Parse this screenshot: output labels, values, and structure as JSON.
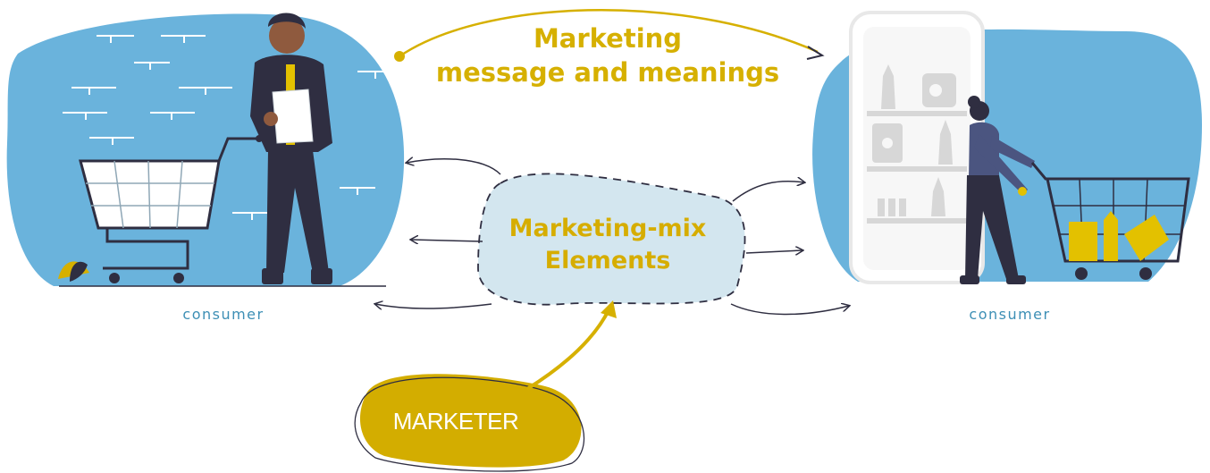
{
  "diagram": {
    "message_title_line1": "Marketing",
    "message_title_line2": "message and meanings",
    "mix_title_line1": "Marketing-mix",
    "mix_title_line2": "Elements",
    "consumer_left_label": "consumer",
    "consumer_right_label": "consumer",
    "marketer_label": "MARKETER"
  },
  "colors": {
    "blob_blue": "#6ab3dc",
    "mix_blob": "#d3e6ef",
    "gold": "#d6b000",
    "marketer_blob": "#d3ad00",
    "dark_figure": "#2f2e41",
    "consumer_text": "#3d8fb5"
  }
}
